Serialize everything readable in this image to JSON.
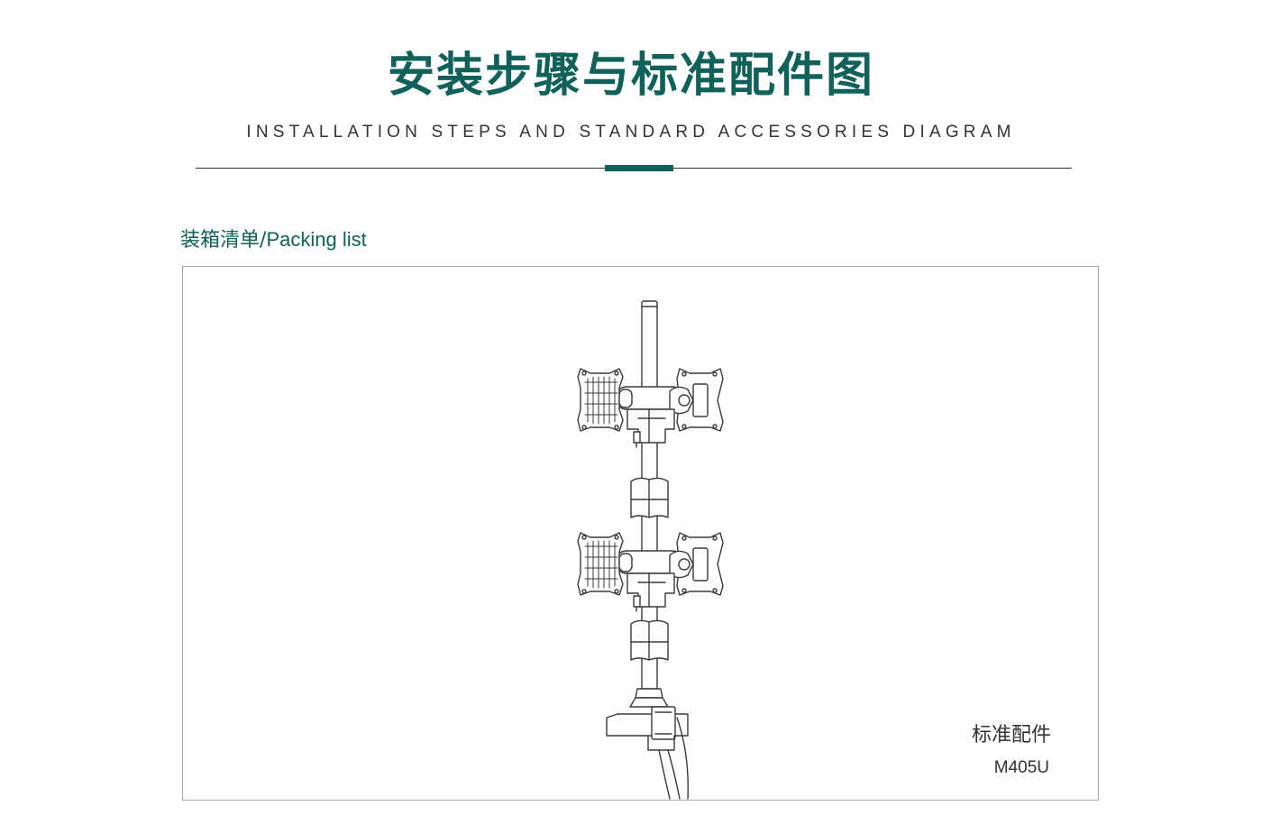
{
  "header": {
    "title_cn": "安装步骤与标准配件图",
    "title_en": "INSTALLATION STEPS AND STANDARD ACCESSORIES DIAGRAM"
  },
  "section": {
    "label_cn": "装箱清单",
    "label_sep": "/",
    "label_en": "Packing list"
  },
  "product": {
    "caption_cn": "标准配件",
    "model": "M405U"
  },
  "colors": {
    "brand": "#0f6159",
    "text": "#333333",
    "border": "#a7a7a7"
  },
  "icons": {
    "drawing": "monitor-mount-line-drawing"
  }
}
